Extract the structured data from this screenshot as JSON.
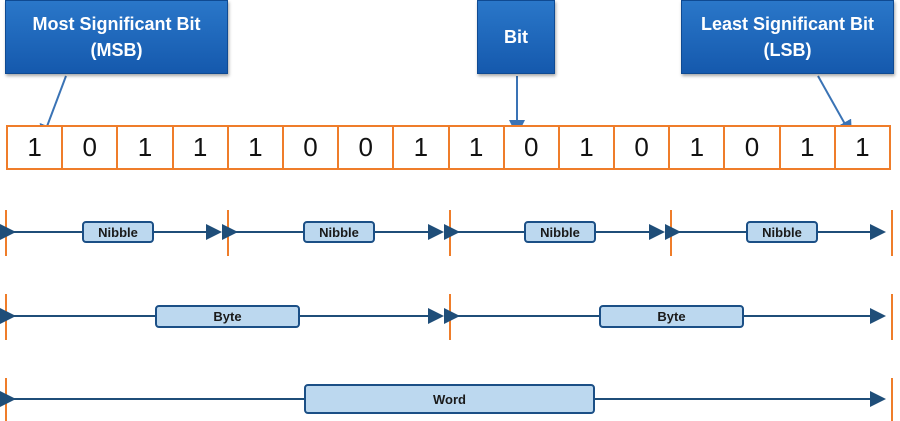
{
  "callouts": {
    "msb": {
      "line1": "Most Significant Bit",
      "line2": "(MSB)"
    },
    "bit": {
      "line1": "Bit"
    },
    "lsb": {
      "line1": "Least Significant Bit",
      "line2": "(LSB)"
    }
  },
  "bits": [
    "1",
    "0",
    "1",
    "1",
    "1",
    "0",
    "0",
    "1",
    "1",
    "0",
    "1",
    "0",
    "1",
    "0",
    "1",
    "1"
  ],
  "groups": {
    "nibble": "Nibble",
    "byte": "Byte",
    "word": "Word"
  },
  "colors": {
    "callout_blue": "#1f66b8",
    "cell_border_orange": "#ef7d2a",
    "arrow_dark_blue": "#1f4e79",
    "label_fill": "#bcd8ef"
  }
}
